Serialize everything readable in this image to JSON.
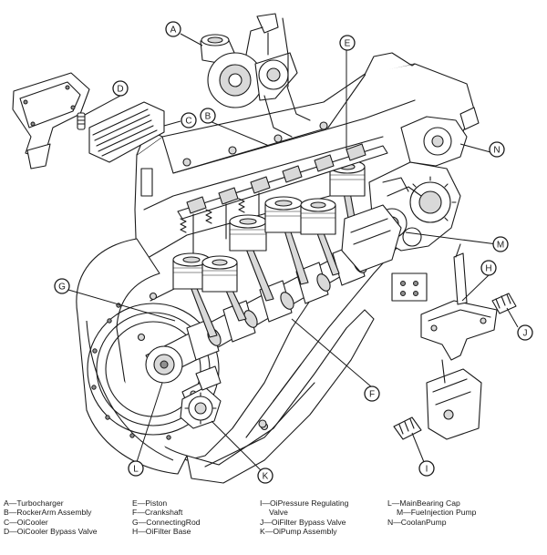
{
  "diagram": {
    "callouts": {
      "A": "A",
      "B": "B",
      "C": "C",
      "D": "D",
      "E": "E",
      "F": "F",
      "G": "G",
      "H": "H",
      "J": "J",
      "I": "I",
      "K": "K",
      "L": "L",
      "M": "M",
      "N": "N"
    }
  },
  "legend": {
    "col1": [
      "A—Turbocharger",
      "B—RockerArm Assembly",
      "C—OiCooler",
      "D—OiCooler Bypass Valve"
    ],
    "col2": [
      "E—Piston",
      "F—Crankshaft",
      "G—ConnectingRod",
      "H—OiFilter Base"
    ],
    "col3": [
      "I—OiPressure Regulating",
      "Valve",
      "J—OiFilter Bypass Valve",
      "K—OiPump Assembly"
    ],
    "col4": [
      "L—MainBearing Cap",
      "M—FueInjection Pump",
      "N—CoolanPump"
    ]
  }
}
